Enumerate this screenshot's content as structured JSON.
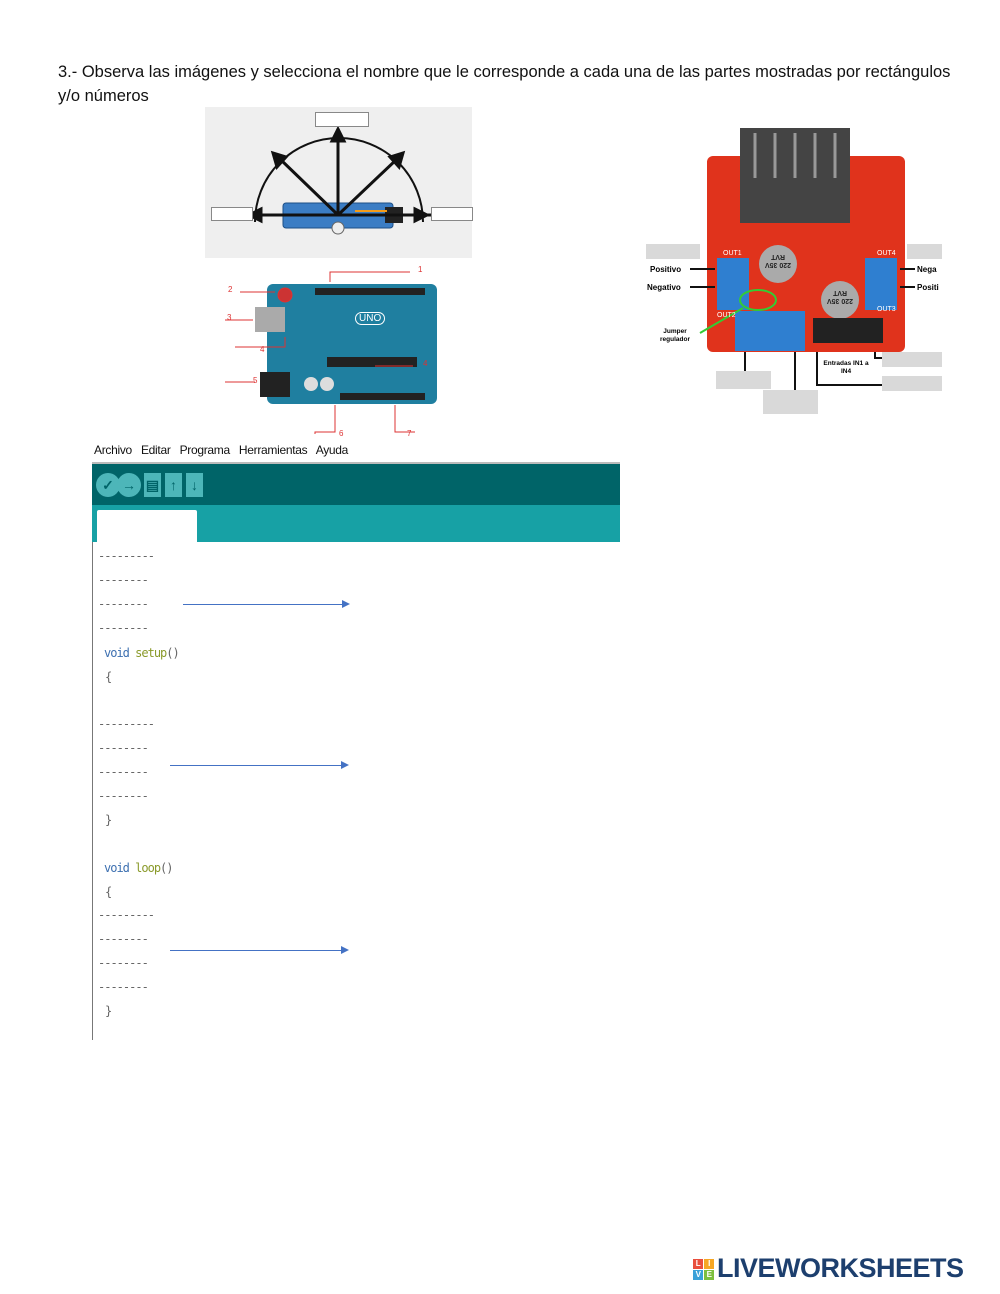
{
  "instruction": "3.- Observa las imágenes y selecciona el nombre que le corresponde a cada una de las partes mostradas por rectángulos y/o números",
  "arduino_board": {
    "logo_text": "UNO",
    "numbers": [
      "1",
      "2",
      "3",
      "4",
      "4",
      "5",
      "6",
      "7"
    ]
  },
  "l298n": {
    "labels": {
      "positivo_left": "Positivo",
      "negativo_left": "Negativo",
      "negativo_right": "Nega",
      "positivo_right": "Positi",
      "jumper": "Jumper regulador",
      "entradas": "Entradas IN1 a IN4",
      "out1": "OUT1",
      "out2": "OUT2",
      "out3": "OUT3",
      "out4": "OUT4",
      "cap": "220 35V RVT"
    }
  },
  "ide": {
    "menu": [
      "Archivo",
      "Editar",
      "Programa",
      "Herramientas",
      "Ayuda"
    ],
    "toolbar_icons": [
      "verify-icon",
      "upload-icon",
      "new-icon",
      "open-icon",
      "save-icon"
    ],
    "code": {
      "dash9": "---------",
      "dash8": "--------",
      "void": "void",
      "setup": "setup",
      "loop": "loop",
      "parens": "()",
      "open_brace": "{",
      "close_brace": "}"
    }
  },
  "footer": {
    "brand": "LIVEWORKSHEETS",
    "badge": [
      "L",
      "I",
      "V",
      "E"
    ]
  },
  "colors": {
    "toolbar": "#006468",
    "tabbar": "#17a1a5",
    "arrow": "#4472c4",
    "board_red": "#e0331c",
    "arduino_teal": "#1f7fa0"
  }
}
